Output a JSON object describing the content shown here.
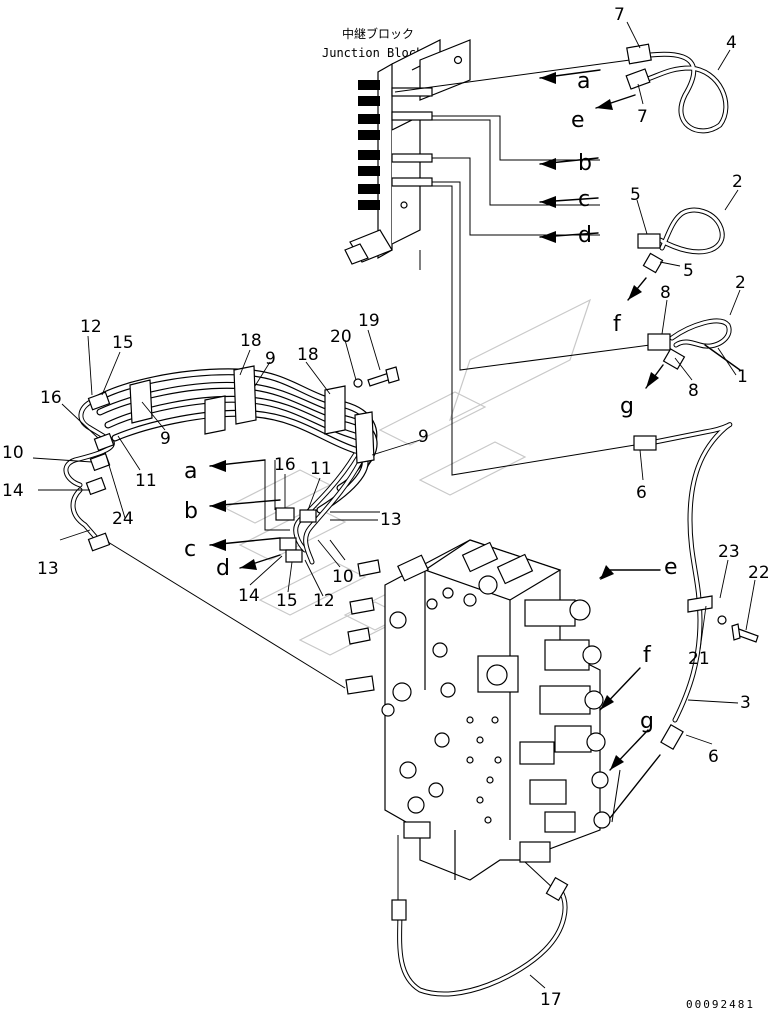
{
  "title": {
    "japanese": "中継ブロック",
    "english": "Junction Block"
  },
  "drawing_code": "00092481",
  "part_labels": {
    "p1": "1",
    "p2a": "2",
    "p2b": "2",
    "p3": "3",
    "p4": "4",
    "p5a": "5",
    "p5b": "5",
    "p6a": "6",
    "p6b": "6",
    "p7a": "7",
    "p7b": "7",
    "p8a": "8",
    "p8b": "8",
    "p9a": "9",
    "p9b": "9",
    "p9c": "9",
    "p10a": "10",
    "p10b": "10",
    "p11a": "11",
    "p11b": "11",
    "p12a": "12",
    "p12b": "12",
    "p13a": "13",
    "p13b": "13",
    "p14a": "14",
    "p14b": "14",
    "p15a": "15",
    "p15b": "15",
    "p16a": "16",
    "p16b": "16",
    "p17": "17",
    "p18a": "18",
    "p18b": "18",
    "p19": "19",
    "p20": "20",
    "p21": "21",
    "p22": "22",
    "p23": "23",
    "p24": "24"
  },
  "connection_labels": {
    "a1": "a",
    "e1": "e",
    "b1": "b",
    "c1": "c",
    "d1": "d",
    "f1": "f",
    "g1": "g",
    "a2": "a",
    "b2": "b",
    "c2": "c",
    "d2": "d",
    "e2": "e",
    "f2": "f",
    "g2": "g"
  },
  "watermark_icon": "komatsu-watermark-icon"
}
